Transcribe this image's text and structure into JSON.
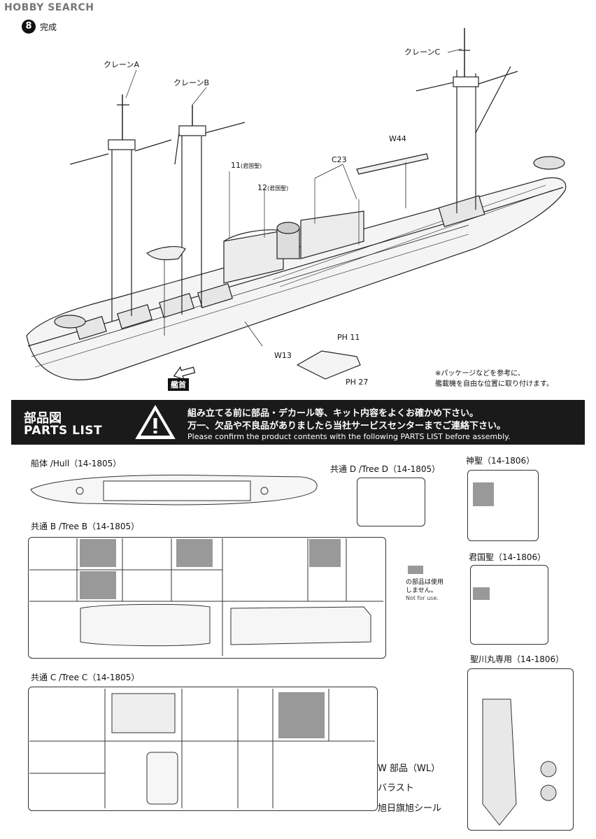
{
  "header": {
    "site_logo": "HOBBY SEARCH"
  },
  "step": {
    "number": "8",
    "title": "完成"
  },
  "callouts": {
    "crane_a": "クレーンA",
    "crane_b": "クレーンB",
    "crane_c": "クレーンC",
    "w44": "W44",
    "c23": "C23",
    "p11": "11",
    "p11_note": "(君国聖)",
    "p12": "12",
    "p12_note": "(君国聖)",
    "w13": "W13",
    "ph11": "PH 11",
    "ph27": "PH 27"
  },
  "bow_label": "艦首",
  "note": {
    "line1": "※パッケージなどを参考に、",
    "line2": "艦載機を自由な位置に取り付けます。"
  },
  "banner": {
    "title_jp": "部品図",
    "title_en": "PARTS LIST",
    "msg_line1": "組み立てる前に部品・デカール等、キット内容をよくお確かめ下さい。",
    "msg_line2": "万一、欠品や不良品がありましたら当社サービスセンターまでご連絡下さい。",
    "msg_en": "Please confirm the product contents with the following PARTS LIST before assembly."
  },
  "parts": {
    "hull": "船体 /Hull（14-1805）",
    "tree_d": "共通 D /Tree D（14-1805）",
    "kamihijiri": "神聖（14-1806）",
    "tree_b": "共通 B /Tree B（14-1805）",
    "kimikuni": "君国聖（14-1806）",
    "seisen": "聖川丸専用（14-1806）",
    "tree_c": "共通 C /Tree C（14-1805）"
  },
  "legend": {
    "line1": "の部品は使用",
    "line2": "しません。",
    "en": "Not for use."
  },
  "extras": {
    "w_parts": "W 部品（WL）",
    "ballast": "バラスト",
    "flag_seal": "旭日旗旭シール"
  },
  "colors": {
    "banner_bg": "#1a1a1a",
    "unused_part": "#999999",
    "line": "#333333"
  }
}
